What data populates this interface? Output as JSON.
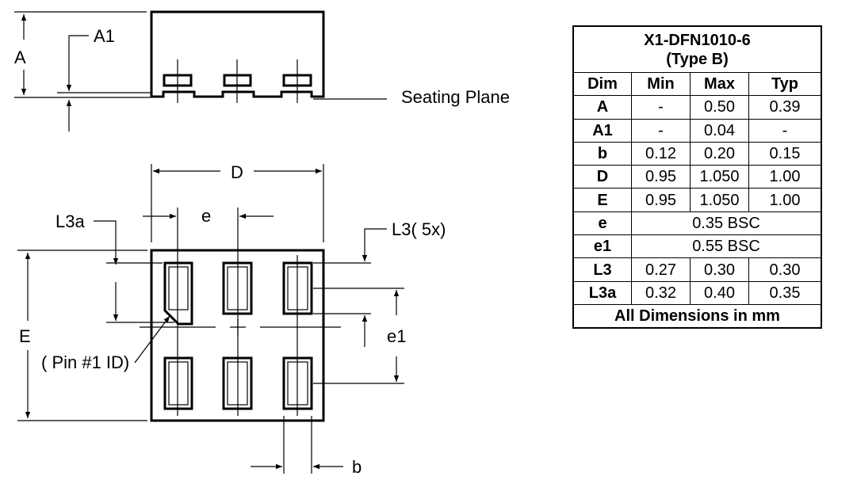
{
  "labels": {
    "A": "A",
    "A1": "A1",
    "seating_plane": "Seating Plane",
    "D": "D",
    "e": "e",
    "L3a": "L3a",
    "L3_5x": "L3(  5x)",
    "E": "E",
    "e1": "e1",
    "pin1_id": "(  Pin #1 ID)",
    "b": "b"
  },
  "table": {
    "title_line1": "X1-DFN1010-6",
    "title_line2": "(Type B)",
    "headers": [
      "Dim",
      "Min",
      "Max",
      "Typ"
    ],
    "rows": [
      {
        "dim": "A",
        "min": "-",
        "max": "0.50",
        "typ": "0.39"
      },
      {
        "dim": "A1",
        "min": "-",
        "max": "0.04",
        "typ": "-"
      },
      {
        "dim": "b",
        "min": "0.12",
        "max": "0.20",
        "typ": "0.15"
      },
      {
        "dim": "D",
        "min": "0.95",
        "max": "1.050",
        "typ": "1.00"
      },
      {
        "dim": "E",
        "min": "0.95",
        "max": "1.050",
        "typ": "1.00"
      },
      {
        "dim": "e",
        "span": "0.35 BSC"
      },
      {
        "dim": "e1",
        "span": "0.55 BSC"
      },
      {
        "dim": "L3",
        "min": "0.27",
        "max": "0.30",
        "typ": "0.30"
      },
      {
        "dim": "L3a",
        "min": "0.32",
        "max": "0.40",
        "typ": "0.35"
      }
    ],
    "footer": "All Dimensions in mm"
  }
}
